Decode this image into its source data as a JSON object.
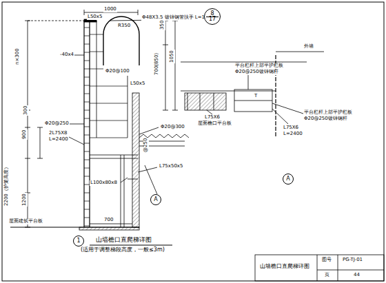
{
  "diagram": {
    "title": "山墙檐口直爬梯详图",
    "caption": "(适用于调整梯段高度，一般≤3m)",
    "nodes": [
      {
        "text": [
          "1"
        ]
      },
      {
        "text": [
          "A"
        ]
      },
      {
        "text": [
          "A"
        ]
      },
      {
        "text": [
          "8",
          "17"
        ]
      }
    ],
    "edges": [],
    "labels": [
      "1000",
      "L50x5",
      "R350",
      "Φ48X3.5 镀锌钢管扶手 L=1200",
      "-40x4",
      "350",
      "700(850)",
      "1050",
      "Φ20@100",
      "L50x5",
      "Φ20@250",
      "Φ20@300",
      "n×300",
      "300",
      "2L75X8",
      "L=2400",
      "@250",
      "900",
      "L75x50x5",
      "L100x80x8",
      "2200（护笼高度）",
      "1200",
      "700",
      "屋面建筑平台板",
      "外墙",
      "平台栏杆上部平护栏板",
      "Φ20@250镀锌钢杆",
      "T",
      "L75X6",
      "屋面檐口平台板",
      "平台栏杆上部平护栏板",
      "Φ20@250镀锌钢杆",
      "L75X6",
      "L=2400",
      "山墙檐口直爬梯详图",
      "图号",
      "PG-TJ-01",
      "页",
      "44"
    ]
  }
}
